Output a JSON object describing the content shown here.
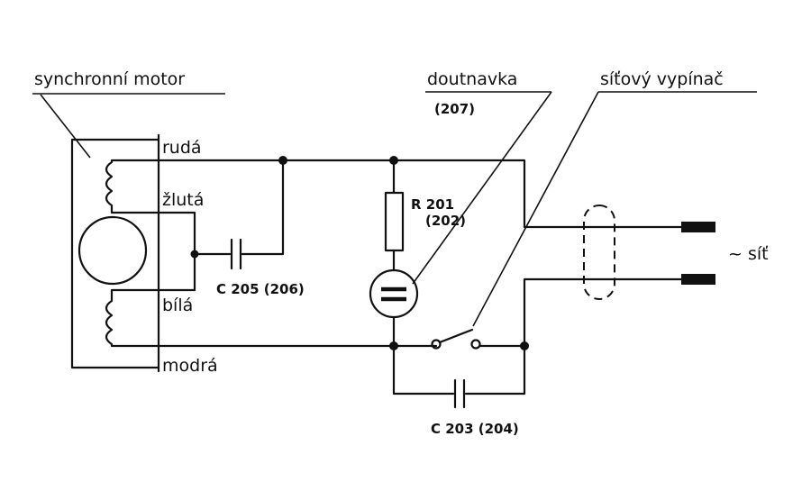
{
  "labels": {
    "motor": "synchronní motor",
    "glow_lamp": "doutnavka",
    "glow_lamp_ref": "(207)",
    "switch": "síťový vypínač",
    "wire_red": "rudá",
    "wire_yellow": "žlutá",
    "wire_white": "bílá",
    "wire_blue": "modrá",
    "resistor": "R 201",
    "resistor_alt": "(202)",
    "cap_motor": "C 205 (206)",
    "cap_switch": "C 203 (204)",
    "mains": "~ síť"
  }
}
